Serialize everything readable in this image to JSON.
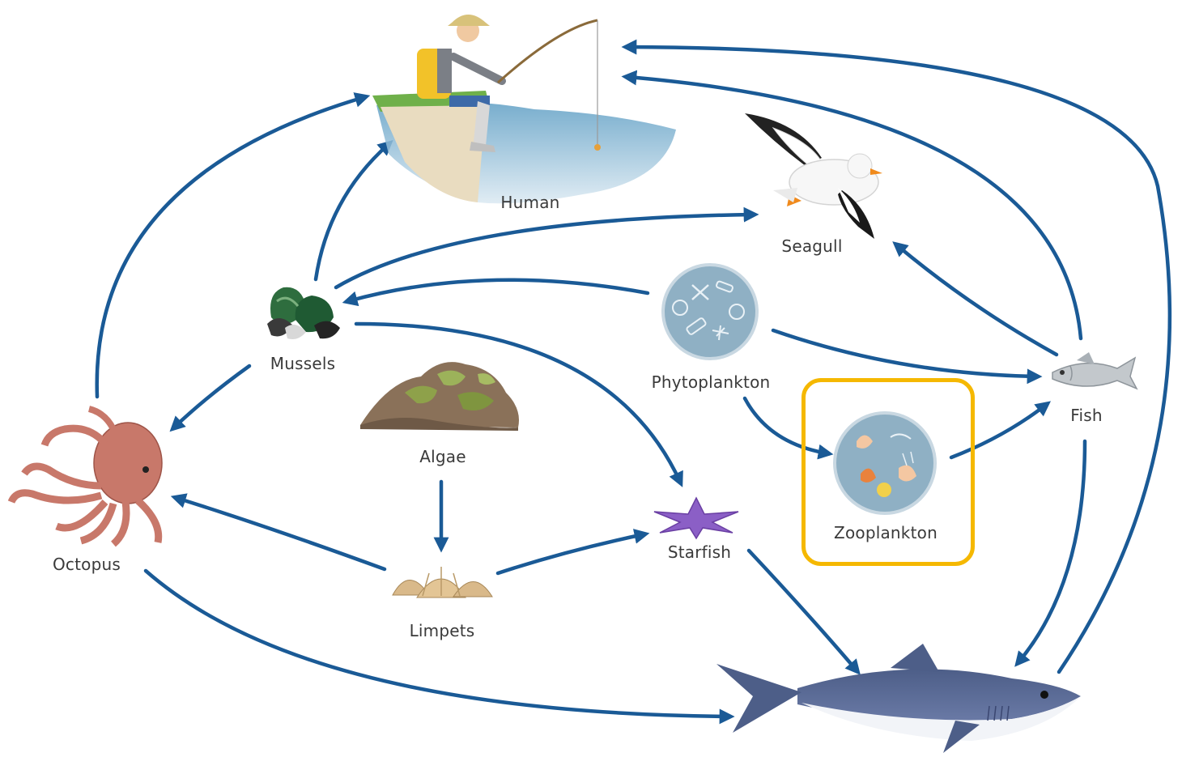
{
  "nodes": {
    "human": {
      "label": "Human"
    },
    "seagull": {
      "label": "Seagull"
    },
    "mussels": {
      "label": "Mussels"
    },
    "phytoplankton": {
      "label": "Phytoplankton"
    },
    "fish": {
      "label": "Fish"
    },
    "algae": {
      "label": "Algae"
    },
    "zooplankton": {
      "label": "Zooplankton"
    },
    "octopus": {
      "label": "Octopus"
    },
    "starfish": {
      "label": "Starfish"
    },
    "limpets": {
      "label": "Limpets"
    },
    "shark": {
      "label": ""
    }
  },
  "edges": [
    {
      "from": "mussels",
      "to": "human"
    },
    {
      "from": "octopus",
      "to": "human"
    },
    {
      "from": "fish",
      "to": "human"
    },
    {
      "from": "shark",
      "to": "human"
    },
    {
      "from": "mussels",
      "to": "seagull"
    },
    {
      "from": "fish",
      "to": "seagull"
    },
    {
      "from": "phytoplankton",
      "to": "mussels"
    },
    {
      "from": "phytoplankton",
      "to": "fish"
    },
    {
      "from": "phytoplankton",
      "to": "zooplankton"
    },
    {
      "from": "zooplankton",
      "to": "fish"
    },
    {
      "from": "mussels",
      "to": "octopus"
    },
    {
      "from": "mussels",
      "to": "starfish"
    },
    {
      "from": "algae",
      "to": "limpets"
    },
    {
      "from": "limpets",
      "to": "octopus"
    },
    {
      "from": "limpets",
      "to": "starfish"
    },
    {
      "from": "octopus",
      "to": "shark"
    },
    {
      "from": "starfish",
      "to": "shark"
    },
    {
      "from": "fish",
      "to": "shark"
    }
  ],
  "highlighted_node": "zooplankton",
  "colors": {
    "arrow": "#1a5a96",
    "highlight": "#f5b800",
    "plankton_disc": "#8fb0c4"
  }
}
